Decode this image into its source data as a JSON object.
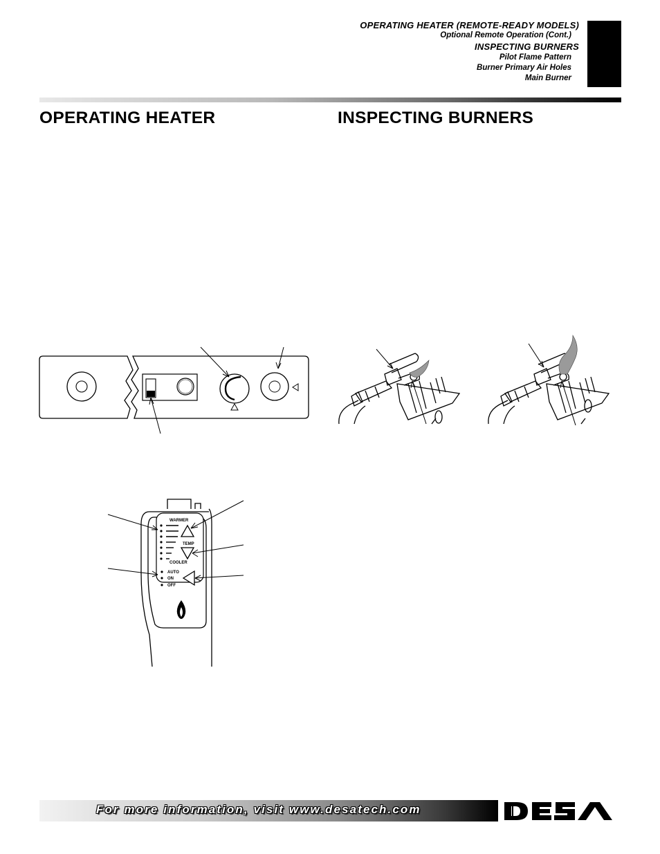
{
  "header": {
    "line1": "OPERATING HEATER (REMOTE-READY MODELS)",
    "line2": "Optional Remote Operation (Cont.)",
    "line3": "INSPECTING BURNERS",
    "line4": "Pilot Flame Pattern",
    "line5": "Burner Primary Air Holes",
    "line6": "Main Burner"
  },
  "sections": {
    "left_title": "OPERATING HEATER",
    "right_title": "INSPECTING BURNERS"
  },
  "remote": {
    "warmer": "WARMER",
    "temp": "TEMP",
    "cooler": "COOLER",
    "auto": "AUTO",
    "on": "ON",
    "off": "OFF"
  },
  "footer": {
    "text": "For more information, visit www.desatech.com",
    "logo": "DESA"
  },
  "icons": [
    "flame-icon",
    "up-arrow-icon",
    "down-arrow-icon",
    "left-arrow-icon"
  ]
}
